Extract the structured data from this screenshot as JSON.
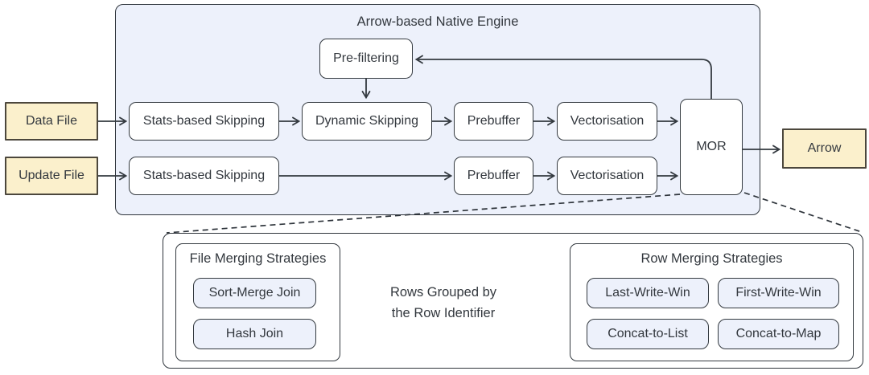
{
  "engine": {
    "title": "Arrow-based Native Engine"
  },
  "inputs": {
    "data_file": "Data File",
    "update_file": "Update File"
  },
  "output": {
    "arrow": "Arrow"
  },
  "pipeline": {
    "pre_filtering": "Pre-filtering",
    "row1": [
      "Stats-based Skipping",
      "Dynamic Skipping",
      "Prebuffer",
      "Vectorisation"
    ],
    "row2": [
      "Stats-based Skipping",
      "Prebuffer",
      "Vectorisation"
    ],
    "mor": "MOR"
  },
  "merge": {
    "file_merging": {
      "title": "File Merging Strategies",
      "items": [
        "Sort-Merge Join",
        "Hash Join"
      ]
    },
    "cylinder": {
      "line1": "Rows Grouped by",
      "line2": "the Row Identifier"
    },
    "row_merging": {
      "title": "Row Merging Strategies",
      "items": [
        "Last-Write-Win",
        "First-Write-Win",
        "Concat-to-List",
        "Concat-to-Map"
      ]
    }
  },
  "colors": {
    "engine_fill": "#edf1fb",
    "chip_fill": "#edf1fb",
    "box_fill": "#ffffff",
    "yellow_fill": "#fbf0cc",
    "green_fill": "#ddeedd",
    "line": "#33393f"
  }
}
